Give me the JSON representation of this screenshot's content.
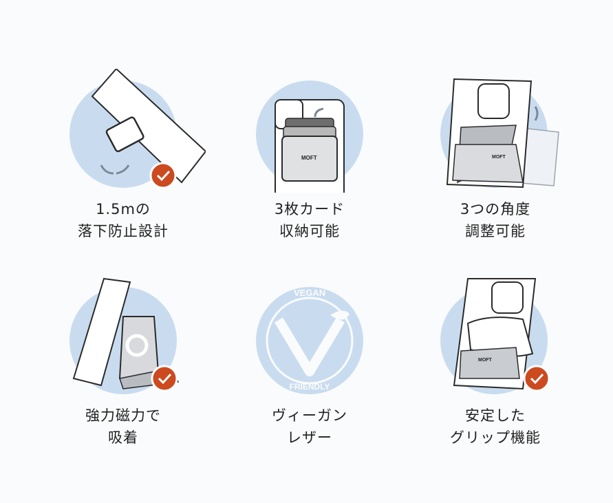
{
  "features": [
    {
      "icon": "drop-protection-icon",
      "line1": "1.5mの",
      "line2": "落下防止設計",
      "checked": true
    },
    {
      "icon": "card-holder-icon",
      "line1": "3枚カード",
      "line2": "収納可能",
      "checked": false
    },
    {
      "icon": "angle-adjust-icon",
      "line1": "3つの角度",
      "line2": "調整可能",
      "checked": false
    },
    {
      "icon": "magnet-icon",
      "line1": "強力磁力で",
      "line2": "吸着",
      "checked": true
    },
    {
      "icon": "vegan-leather-icon",
      "line1": "ヴィーガン",
      "line2": "レザー",
      "checked": false
    },
    {
      "icon": "grip-icon",
      "line1": "安定した",
      "line2": "グリップ機能",
      "checked": true
    }
  ],
  "badge": {
    "top": "VEGAN",
    "bottom": "FRIENDLY"
  },
  "logo": "MOFT",
  "colors": {
    "circle": "#c9dcef",
    "check": "#cc4a1f",
    "line": "#2a2a2a"
  }
}
